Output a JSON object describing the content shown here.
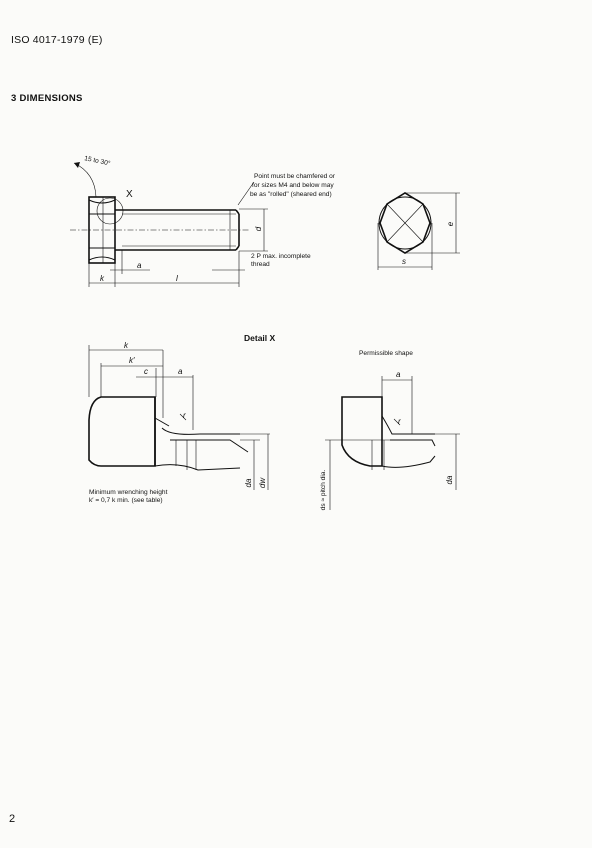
{
  "header": {
    "doc_ref": "ISO 4017-1979 (E)"
  },
  "section": {
    "title": "3  DIMENSIONS"
  },
  "main_view": {
    "angle_label": "15 to 30°",
    "detail_marker": "X",
    "point_note": [
      "Point must be chamfered or",
      "for sizes M4 and below may",
      "be as \"rolled\" (sheared end)"
    ],
    "thread_note": [
      "2 P max. incomplete",
      "thread"
    ],
    "dims": {
      "k": "k",
      "a": "a",
      "l": "l",
      "d": "d"
    }
  },
  "end_view": {
    "dims": {
      "e": "e",
      "s": "s"
    }
  },
  "detail_x": {
    "title": "Detail X",
    "dims": {
      "k": "k",
      "k_prime": "k′",
      "c": "c",
      "a": "a",
      "r": "r",
      "da": "da",
      "dw": "dw"
    },
    "min_height_note": [
      "Minimum wrenching height",
      "k′ = 0,7 k min. (see table)"
    ]
  },
  "permissible": {
    "title": "Permissible shape",
    "dims": {
      "a": "a",
      "r": "r",
      "ds": "ds ≈ pitch dia.",
      "da": "da"
    }
  },
  "footer": {
    "page_number": "2"
  }
}
